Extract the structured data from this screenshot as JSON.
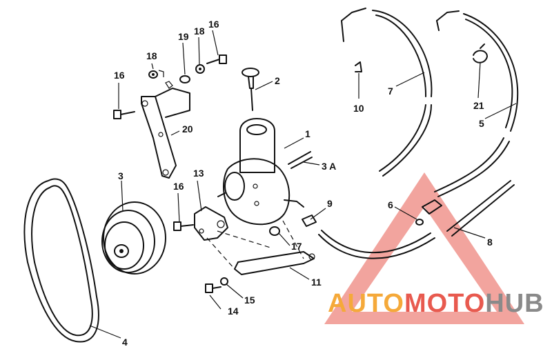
{
  "callouts": [
    {
      "id": "c1",
      "text": "1"
    },
    {
      "id": "c2",
      "text": "2"
    },
    {
      "id": "c3",
      "text": "3"
    },
    {
      "id": "c3a",
      "text": "3 A"
    },
    {
      "id": "c4",
      "text": "4"
    },
    {
      "id": "c5",
      "text": "5"
    },
    {
      "id": "c6",
      "text": "6"
    },
    {
      "id": "c7",
      "text": "7"
    },
    {
      "id": "c8",
      "text": "8"
    },
    {
      "id": "c9",
      "text": "9"
    },
    {
      "id": "c10",
      "text": "10"
    },
    {
      "id": "c11",
      "text": "11"
    },
    {
      "id": "c13",
      "text": "13"
    },
    {
      "id": "c14",
      "text": "14"
    },
    {
      "id": "c15",
      "text": "15"
    },
    {
      "id": "c16a",
      "text": "16"
    },
    {
      "id": "c16b",
      "text": "16"
    },
    {
      "id": "c16c",
      "text": "16"
    },
    {
      "id": "c17",
      "text": "17"
    },
    {
      "id": "c18a",
      "text": "18"
    },
    {
      "id": "c18b",
      "text": "18"
    },
    {
      "id": "c19",
      "text": "19"
    },
    {
      "id": "c20",
      "text": "20"
    },
    {
      "id": "c21",
      "text": "21"
    }
  ],
  "watermark": {
    "part1": "AUTO",
    "part2": "MOTO",
    "part3": "HUB",
    "color_orange": "#f5a93a",
    "color_red": "#e85a4f",
    "color_gray": "#8a8a8a"
  }
}
